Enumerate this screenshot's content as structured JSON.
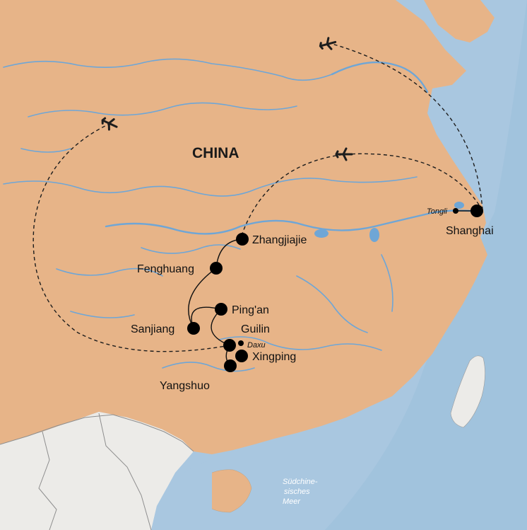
{
  "map": {
    "country_label": "CHINA",
    "sea_label_lines": [
      "Südchine-",
      "sisches",
      "Meer"
    ],
    "cities": [
      {
        "name": "Shanghai",
        "size": "large"
      },
      {
        "name": "Tongli",
        "size": "small"
      },
      {
        "name": "Zhangjiajie",
        "size": "large"
      },
      {
        "name": "Fenghuang",
        "size": "large"
      },
      {
        "name": "Ping'an",
        "size": "large"
      },
      {
        "name": "Sanjiang",
        "size": "large"
      },
      {
        "name": "Guilin",
        "size": "large"
      },
      {
        "name": "Daxu",
        "size": "small"
      },
      {
        "name": "Xingping",
        "size": "large"
      },
      {
        "name": "Yangshuo",
        "size": "large"
      }
    ],
    "route": {
      "flight_legs": 3,
      "ground_legs": 5,
      "plane_icons": 3
    },
    "colors": {
      "land": "#e7b488",
      "neighbor_land": "#ecebe8",
      "sea": "#a9c7e0",
      "river": "#6fa6d6",
      "route": "#1d1d1d",
      "marker": "#000000"
    }
  }
}
